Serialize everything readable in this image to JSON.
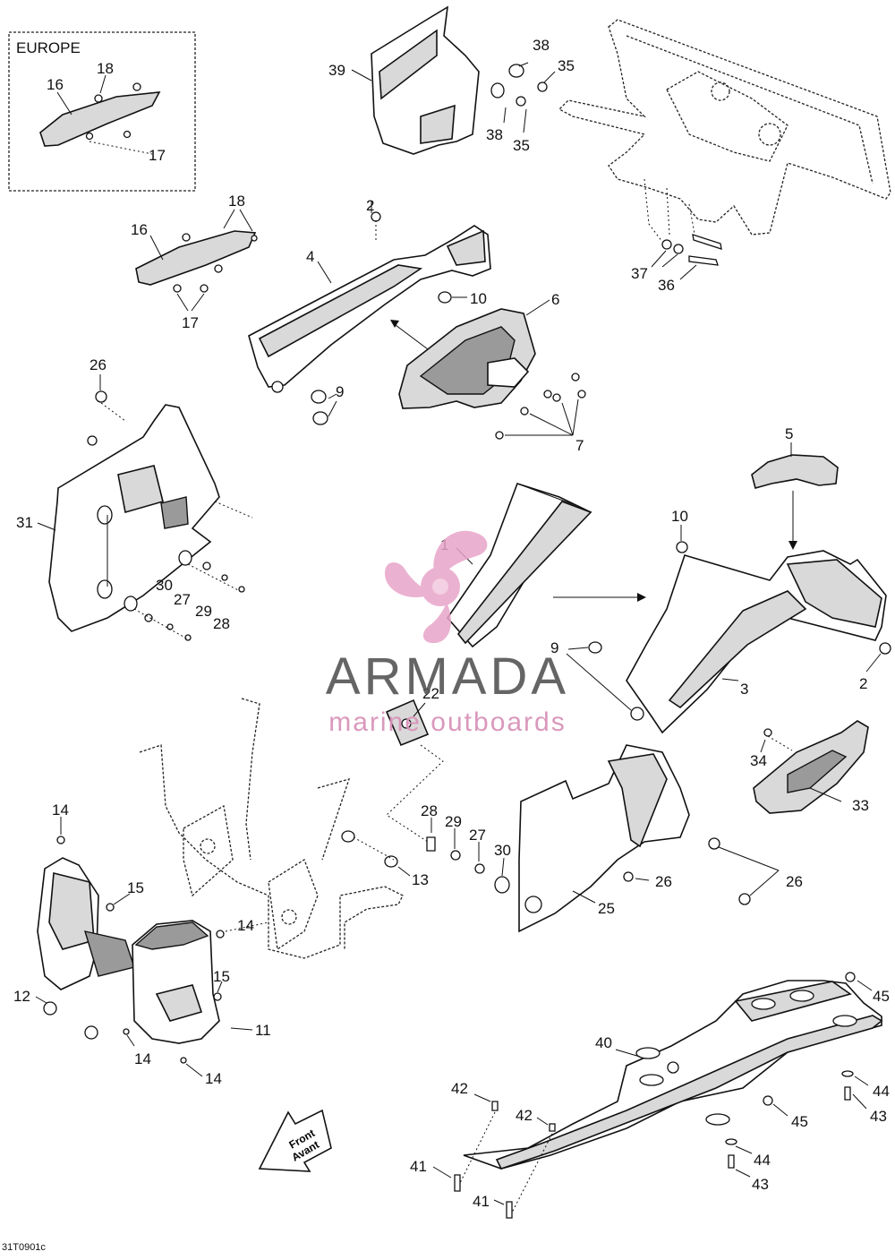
{
  "inset": {
    "title": "EUROPE",
    "callouts": [
      "16",
      "18",
      "17"
    ]
  },
  "drawing_code": "31T0901c",
  "front_arrow": {
    "line1": "Front",
    "line2": "Avant"
  },
  "watermark": {
    "brand": "ARMADA",
    "tagline": "marine outboards",
    "logo_color": "#e8a4c8",
    "text_color": "#555555"
  },
  "callouts": {
    "c1": "1",
    "c2a": "2",
    "c2b": "2",
    "c3": "3",
    "c4": "4",
    "c5": "5",
    "c6": "6",
    "c7": "7",
    "c9a": "9",
    "c9b": "9",
    "c10a": "10",
    "c10b": "10",
    "c11": "11",
    "c12": "12",
    "c13": "13",
    "c14a": "14",
    "c14b": "14",
    "c14c": "14",
    "c14d": "14",
    "c15a": "15",
    "c15b": "15",
    "c16": "16",
    "c17": "17",
    "c18": "18",
    "c22": "22",
    "c25": "25",
    "c26a": "26",
    "c26b": "26",
    "c26c": "26",
    "c27a": "27",
    "c27b": "27",
    "c28a": "28",
    "c28b": "28",
    "c29a": "29",
    "c29b": "29",
    "c30a": "30",
    "c30b": "30",
    "c31": "31",
    "c33": "33",
    "c34": "34",
    "c35a": "35",
    "c35b": "35",
    "c36": "36",
    "c37": "37",
    "c38a": "38",
    "c38b": "38",
    "c39": "39",
    "c40": "40",
    "c41a": "41",
    "c41b": "41",
    "c42a": "42",
    "c42b": "42",
    "c43a": "43",
    "c43b": "43",
    "c44a": "44",
    "c44b": "44",
    "c45a": "45",
    "c45b": "45"
  }
}
